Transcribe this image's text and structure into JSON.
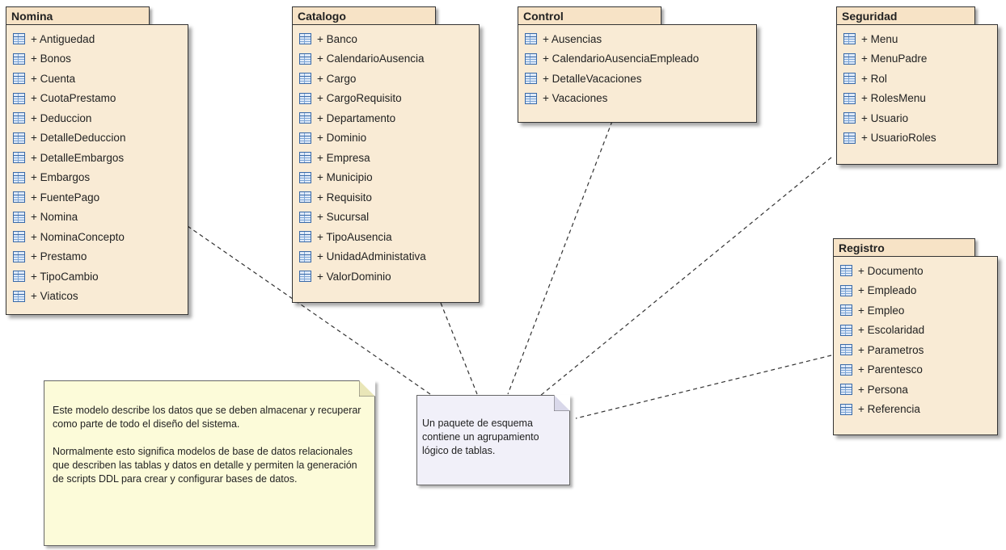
{
  "packages": [
    {
      "name": "Nomina",
      "items": [
        "+ Antiguedad",
        "+ Bonos",
        "+ Cuenta",
        "+ CuotaPrestamo",
        "+ Deduccion",
        "+ DetalleDeduccion",
        "+ DetalleEmbargos",
        "+ Embargos",
        "+ FuentePago",
        "+ Nomina",
        "+ NominaConcepto",
        "+ Prestamo",
        "+ TipoCambio",
        "+ Viaticos"
      ]
    },
    {
      "name": "Catalogo",
      "items": [
        "+ Banco",
        "+ CalendarioAusencia",
        "+ Cargo",
        "+ CargoRequisito",
        "+ Departamento",
        "+ Dominio",
        "+ Empresa",
        "+ Municipio",
        "+ Requisito",
        "+ Sucursal",
        "+ TipoAusencia",
        "+ UnidadAdministativa",
        "+ ValorDominio"
      ]
    },
    {
      "name": "Control",
      "items": [
        "+ Ausencias",
        "+ CalendarioAusenciaEmpleado",
        "+ DetalleVacaciones",
        "+ Vacaciones"
      ]
    },
    {
      "name": "Seguridad",
      "items": [
        "+ Menu",
        "+ MenuPadre",
        "+ Rol",
        "+ RolesMenu",
        "+ Usuario",
        "+ UsuarioRoles"
      ]
    },
    {
      "name": "Registro",
      "items": [
        "+ Documento",
        "+ Empleado",
        "+ Empleo",
        "+ Escolaridad",
        "+ Parametros",
        "+ Parentesco",
        "+ Persona",
        "+ Referencia"
      ]
    }
  ],
  "notes": {
    "model_note": "Este modelo describe los datos que se deben almacenar y recuperar como parte de todo el diseño del sistema.\n\nNormalmente esto significa modelos de base de datos relacionales que describen las tablas y datos en detalle y permiten la generación de scripts DDL para crear y configurar bases de datos.",
    "package_note": "Un paquete de esquema contiene un agrupamiento lógico de tablas."
  }
}
